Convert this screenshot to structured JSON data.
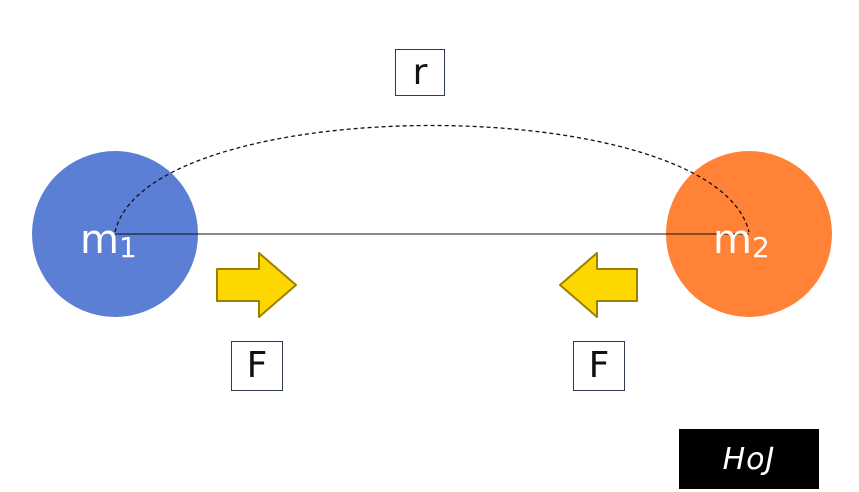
{
  "colors": {
    "mass1": "#5b7fd4",
    "mass2": "#ff8237",
    "arrow_fill": "#ffd700",
    "arrow_stroke": "#9a8000",
    "line": "#111111",
    "logo_bg": "#000000"
  },
  "mass1": {
    "symbol": "m",
    "subscript": "1"
  },
  "mass2": {
    "symbol": "m",
    "subscript": "2"
  },
  "distance_label": "r",
  "force_label_left": "F",
  "force_label_right": "F",
  "logo": {
    "text": "HoJ"
  },
  "icons": {
    "arrow_left_body": "arrow-right-icon",
    "arrow_right_body": "arrow-left-icon"
  }
}
